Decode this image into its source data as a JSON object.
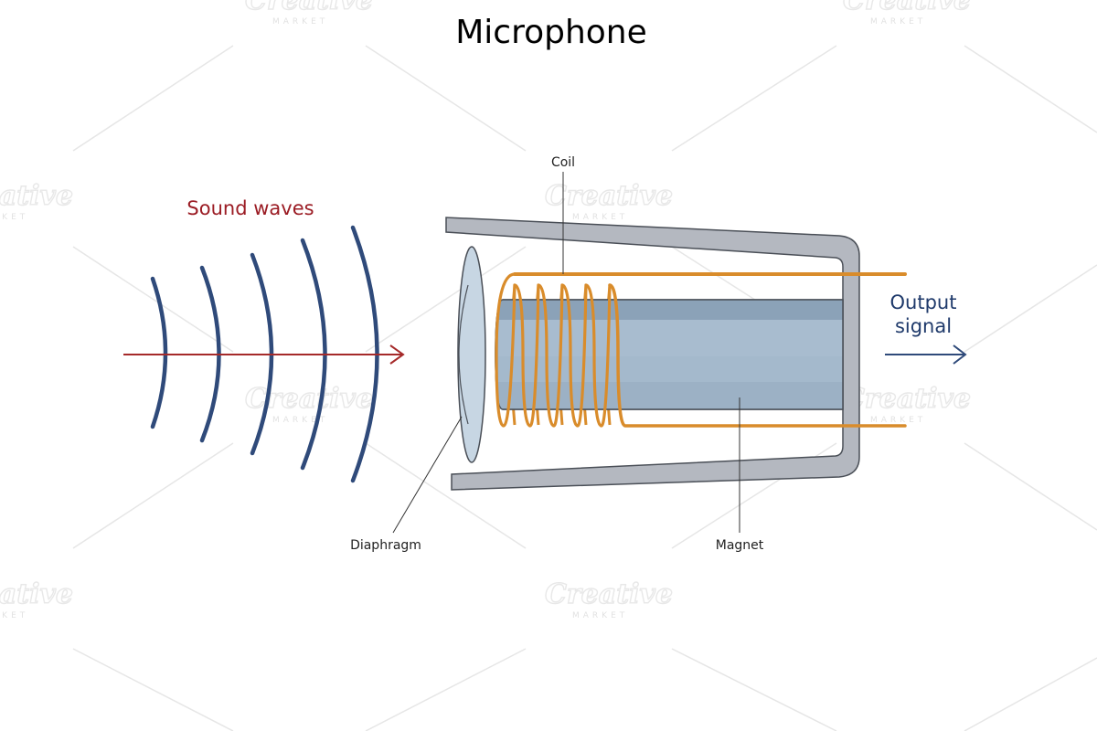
{
  "title": "Microphone",
  "labels": {
    "sound_waves": "Sound waves",
    "coil": "Coil",
    "diaphragm": "Diaphragm",
    "magnet": "Magnet",
    "output_line1": "Output",
    "output_line2": "signal"
  },
  "watermark": {
    "brand": "Creative",
    "sub": "MARKET"
  },
  "colors": {
    "sound_label": "#9b1c24",
    "sound_arrow": "#a52a2a",
    "waves": "#2f4a7a",
    "output_label": "#1f3a6b",
    "coil": "#d98c2b",
    "housing": "#b4b8c0",
    "magnet": "#9fb4c8",
    "diaphragm": "#c7d6e3"
  }
}
